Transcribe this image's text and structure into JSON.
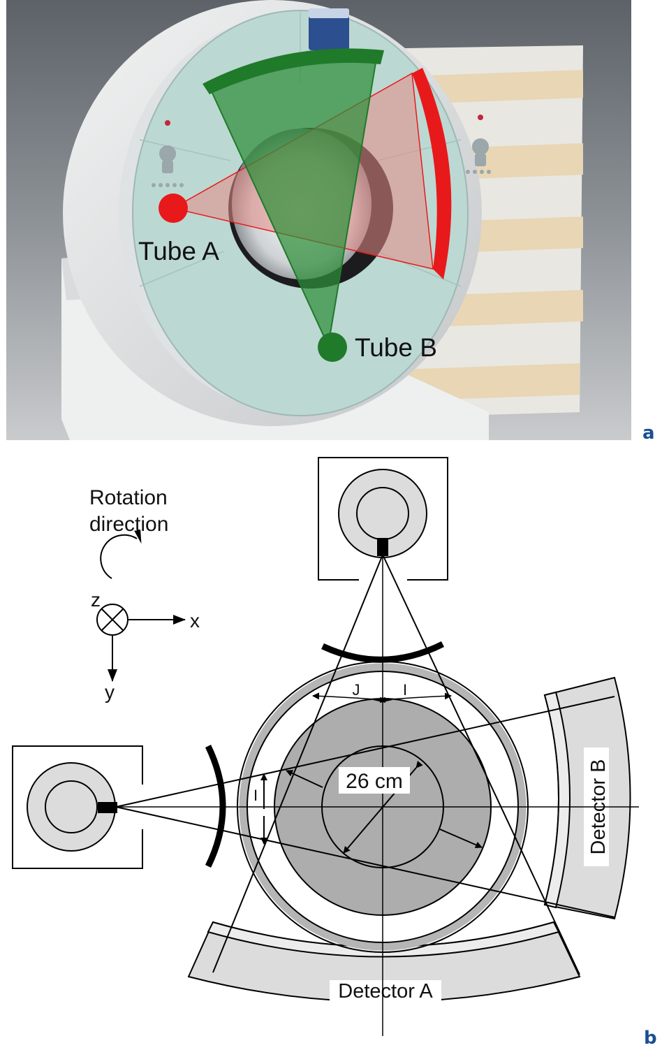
{
  "panel_a": {
    "letter": "a",
    "tube_a_label": "Tube A",
    "tube_b_label": "Tube B",
    "colors": {
      "tube_a": "#e8191b",
      "tube_b": "#1f7a2a",
      "gantry": "#b9d6cf"
    }
  },
  "panel_b": {
    "letter": "b",
    "rotation_label_line1": "Rotation",
    "rotation_label_line2": "direction",
    "axis_x": "x",
    "axis_y": "y",
    "axis_z": "z",
    "label_j": "J",
    "label_i_top": "I",
    "label_i_left": "I",
    "diameter_label": "26 cm",
    "detector_a_label": "Detector A",
    "detector_b_label": "Detector B"
  }
}
